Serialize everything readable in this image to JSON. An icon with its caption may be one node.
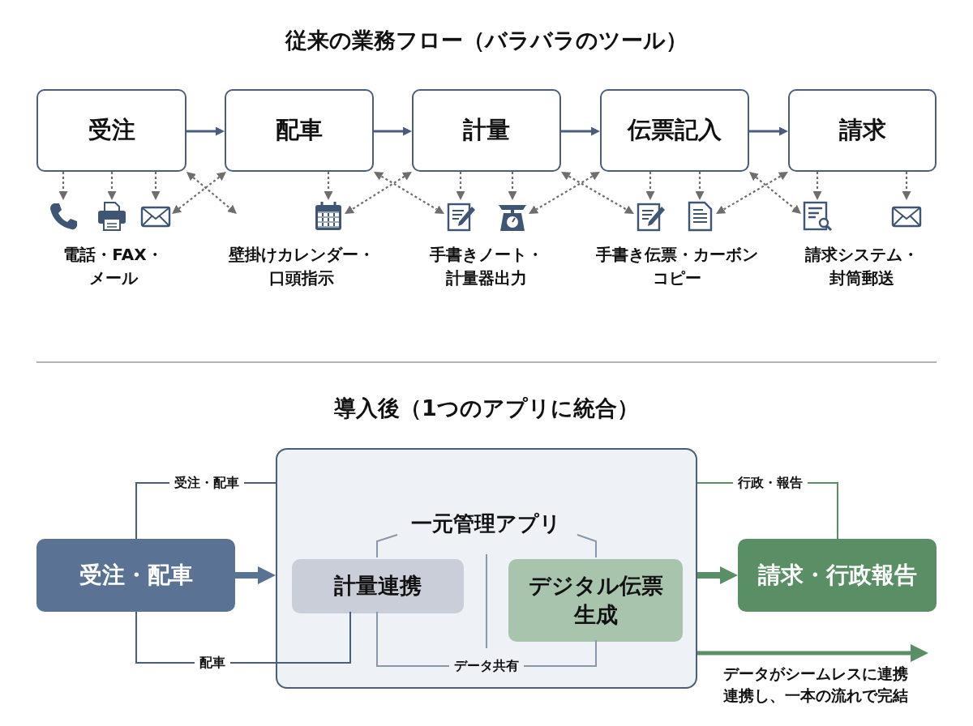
{
  "diagram": {
    "title": "従来の業務フロー（バラバラのツール）",
    "nodes": [
      {
        "text": [
          "受注"
        ]
      },
      {
        "text": [
          "配車"
        ]
      },
      {
        "text": [
          "計量"
        ]
      },
      {
        "text": [
          "伝票記入"
        ]
      },
      {
        "text": [
          "請求"
        ]
      },
      {
        "text": [],
        "shape": "phone"
      },
      {
        "text": [],
        "shape": "printer"
      },
      {
        "text": [],
        "shape": "envelope"
      },
      {
        "text": [],
        "shape": "calendar"
      },
      {
        "text": [],
        "shape": "note"
      },
      {
        "text": [],
        "shape": "scale"
      },
      {
        "text": [],
        "shape": "note"
      },
      {
        "text": [],
        "shape": "document"
      },
      {
        "text": [],
        "shape": "search"
      },
      {
        "text": [],
        "shape": "envelope"
      },
      {
        "text": [
          "受注・配車"
        ]
      },
      {
        "text": [
          "一元管理アプリ"
        ]
      },
      {
        "text": [
          "計量連携"
        ],
        "in": 16
      },
      {
        "text": [
          "デジタル伝票生成"
        ],
        "in": 16
      },
      {
        "text": [
          "請求・行政報告"
        ]
      }
    ],
    "edges": [
      {
        "from": 0,
        "to": 1,
        "arrow": "to",
        "color": "#4a5e7a"
      },
      {
        "from": 1,
        "to": 2,
        "arrow": "to",
        "color": "#4a5e7a"
      },
      {
        "from": 2,
        "to": 3,
        "arrow": "to",
        "color": "#4a5e7a"
      },
      {
        "from": 3,
        "to": 4,
        "arrow": "to",
        "color": "#4a5e7a"
      },
      {
        "from": 0,
        "to": 5,
        "arrow": "to",
        "style": "dashed"
      },
      {
        "from": 0,
        "to": 6,
        "arrow": "to",
        "style": "dashed"
      },
      {
        "from": 0,
        "to": 7,
        "arrow": "to",
        "style": "dashed"
      },
      {
        "from": 0,
        "to": null,
        "arrow": "both",
        "style": "dashed"
      },
      {
        "from": 1,
        "to": 7,
        "arrow": "both",
        "style": "dashed"
      },
      {
        "from": 1,
        "to": 8,
        "arrow": "to",
        "style": "dashed"
      },
      {
        "from": 1,
        "to": 9,
        "arrow": "both",
        "style": "dashed"
      },
      {
        "from": 2,
        "to": 8,
        "arrow": "both",
        "style": "dashed"
      },
      {
        "from": 2,
        "to": 9,
        "arrow": "to",
        "style": "dashed"
      },
      {
        "from": 2,
        "to": 10,
        "arrow": "to",
        "style": "dashed"
      },
      {
        "from": 2,
        "to": 11,
        "arrow": "both",
        "style": "dashed"
      },
      {
        "from": 3,
        "to": 10,
        "arrow": "both",
        "style": "dashed"
      },
      {
        "from": 3,
        "to": 11,
        "arrow": "to",
        "style": "dashed"
      },
      {
        "from": 3,
        "to": 12,
        "arrow": "to",
        "style": "dashed"
      },
      {
        "from": 3,
        "to": 13,
        "arrow": "both",
        "style": "dashed"
      },
      {
        "from": 4,
        "to": 12,
        "arrow": "both",
        "style": "dashed"
      },
      {
        "from": 4,
        "to": 13,
        "arrow": "to",
        "style": "dashed"
      },
      {
        "from": 4,
        "to": 14,
        "arrow": "to",
        "style": "dashed"
      },
      {
        "from": 15,
        "to": 16,
        "arrow": "to",
        "style": "thick",
        "color": "#5a7394"
      },
      {
        "from": 16,
        "to": 19,
        "arrow": "to",
        "style": "thick",
        "color": "#5a8f65"
      },
      {
        "from": 15,
        "to": 16,
        "arrow": "none",
        "label": "受注・配車",
        "color": "#4a5e7a"
      },
      {
        "from": 15,
        "to": 17,
        "arrow": "none",
        "label": "配車",
        "color": "#4a5e7a"
      },
      {
        "from": 16,
        "to": 19,
        "arrow": "none",
        "label": "行政・報告",
        "color": "#5a8f65"
      },
      {
        "from": 17,
        "to": 18,
        "arrow": "none",
        "label": "データ共有",
        "color": "#8a97a8"
      },
      {
        "from": 16,
        "to": null,
        "arrow": "to",
        "style": "thick",
        "label": "データがシームレスに連携連携し、一本の流れで完結",
        "color": "#5a8f65"
      }
    ],
    "labels": [
      "電話・FAX・メール",
      "壁掛けカレンダー・口頭指示",
      "手書きノート・計量器出力",
      "手書き伝票・カーボンコピー",
      "請求システム・封筒郵送",
      "導入後（1つのアプリに統合）"
    ]
  }
}
